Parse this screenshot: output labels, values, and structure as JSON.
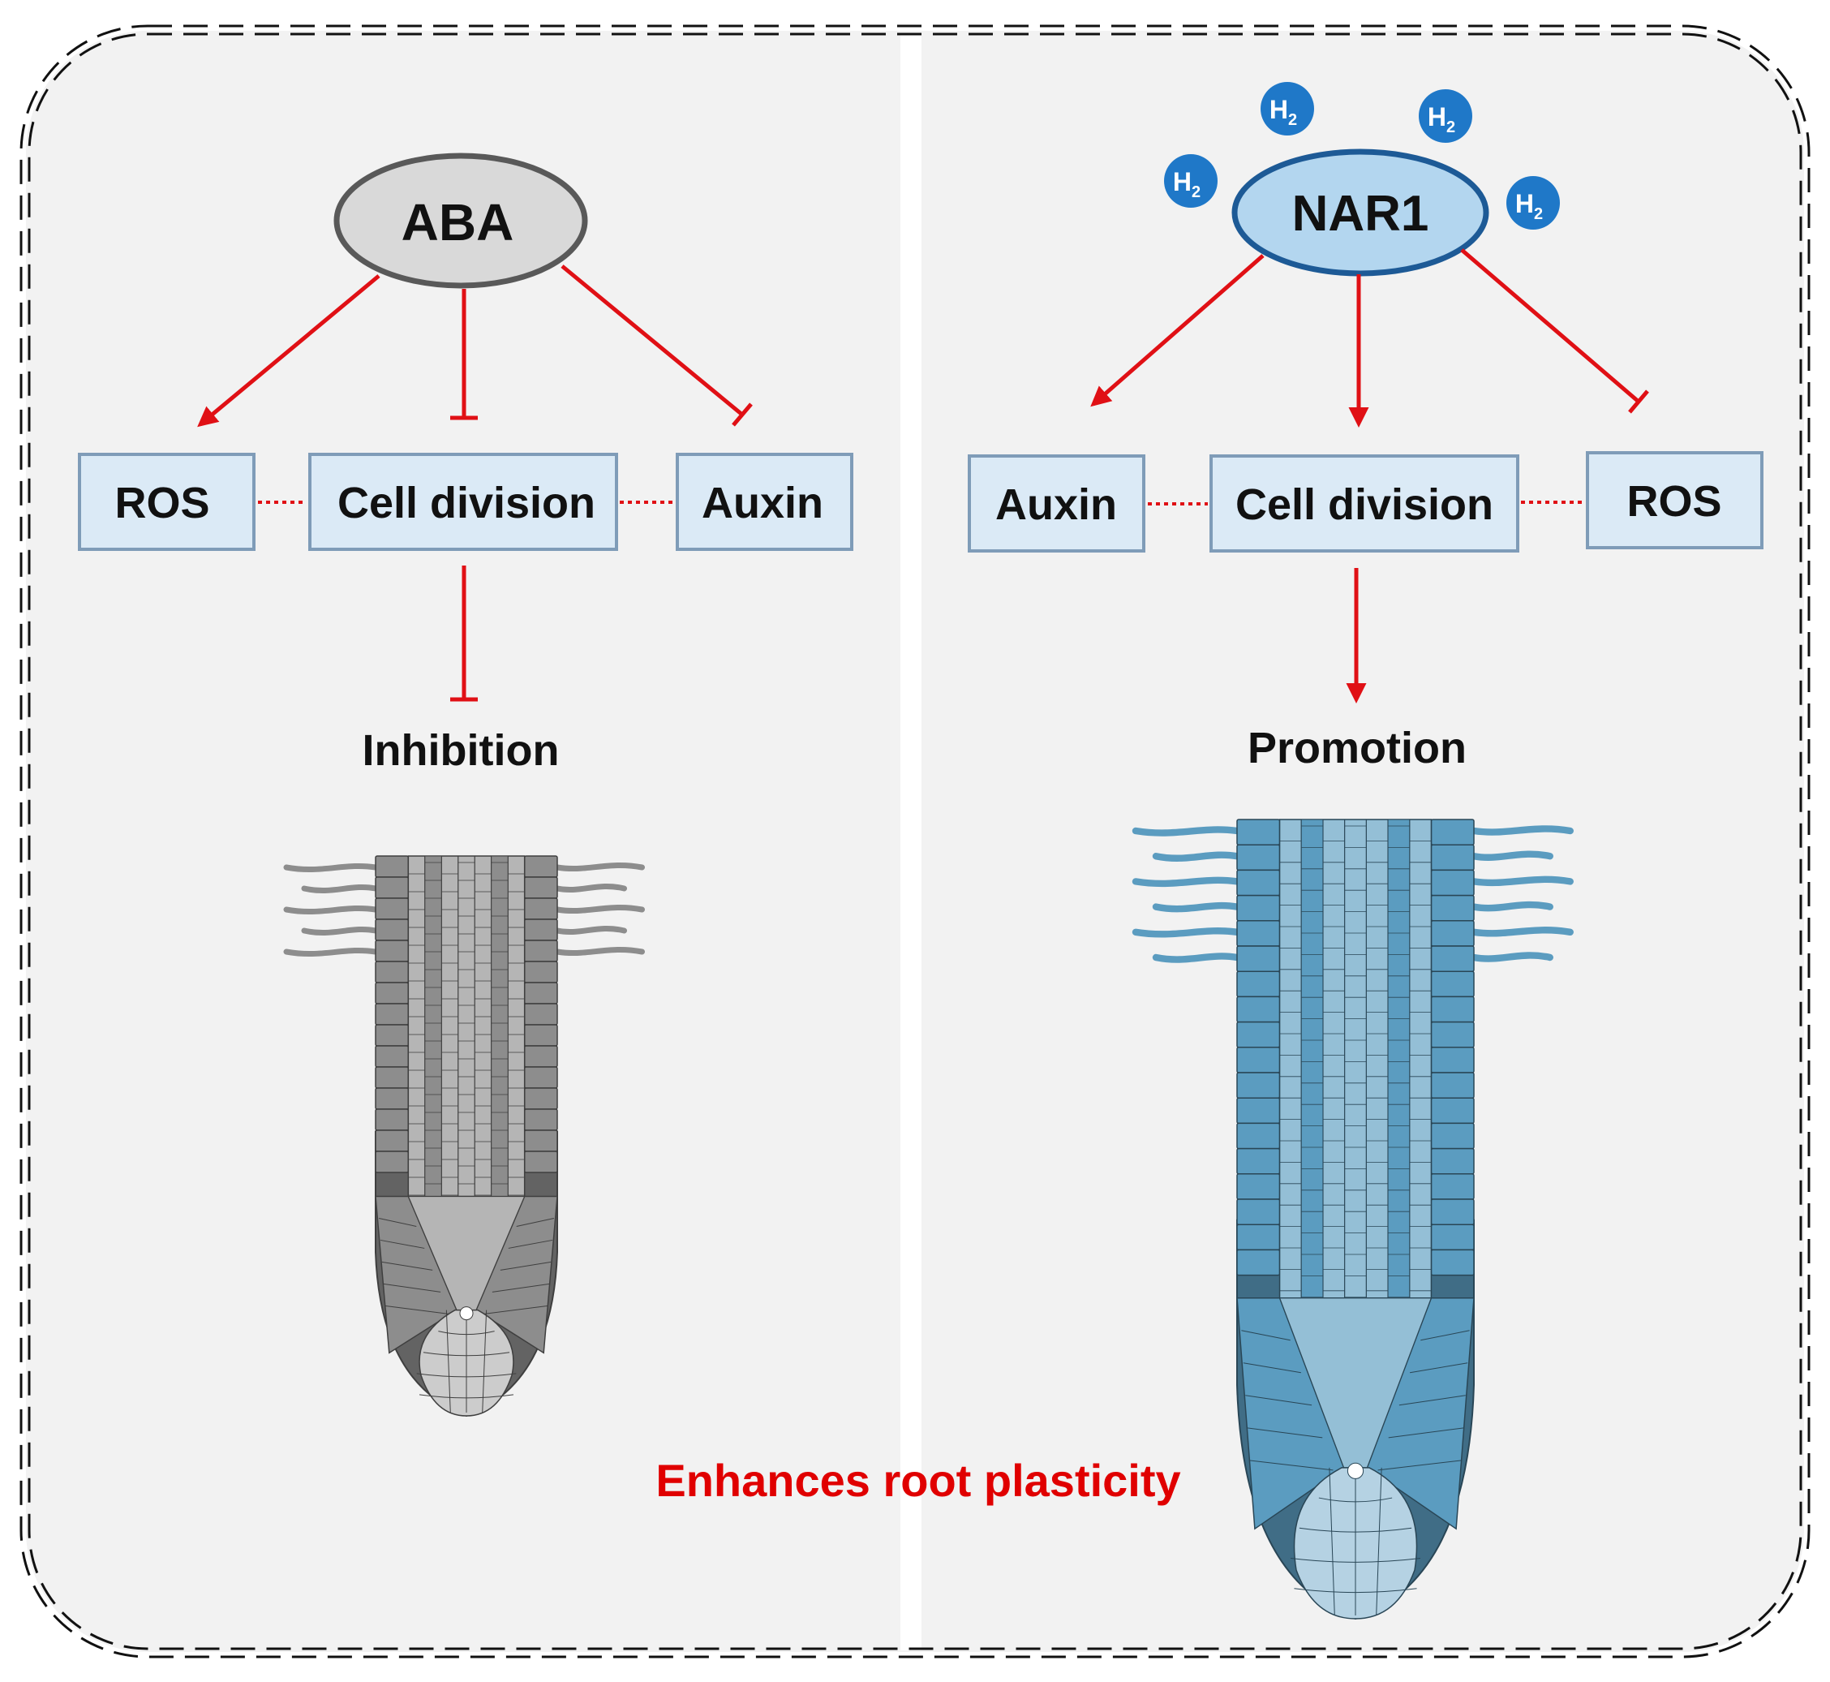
{
  "left_panel": {
    "regulator": "ABA",
    "boxes": {
      "left": "ROS",
      "center": "Cell division",
      "right": "Auxin"
    },
    "outcome": "Inhibition"
  },
  "right_panel": {
    "regulator": "NAR1",
    "molecule": {
      "symbol": "H",
      "subscript": "2"
    },
    "boxes": {
      "left": "Auxin",
      "center": "Cell division",
      "right": "ROS"
    },
    "outcome": "Promotion"
  },
  "caption": "Enhances root plasticity",
  "colors": {
    "arrow_red": "#e01015",
    "caption_red": "#e00000",
    "box_fill": "#dbeaf6",
    "box_stroke": "#7f9cb8",
    "aba_fill": "#d9d9d9",
    "nar1_fill": "#b3d6ef",
    "nar1_stroke": "#1d5a96",
    "h2_blue": "#1f78c8",
    "panel_bg": "#f2f2f2",
    "root_gray": "#8d8d8d",
    "root_blue": "#5b9cc0"
  }
}
